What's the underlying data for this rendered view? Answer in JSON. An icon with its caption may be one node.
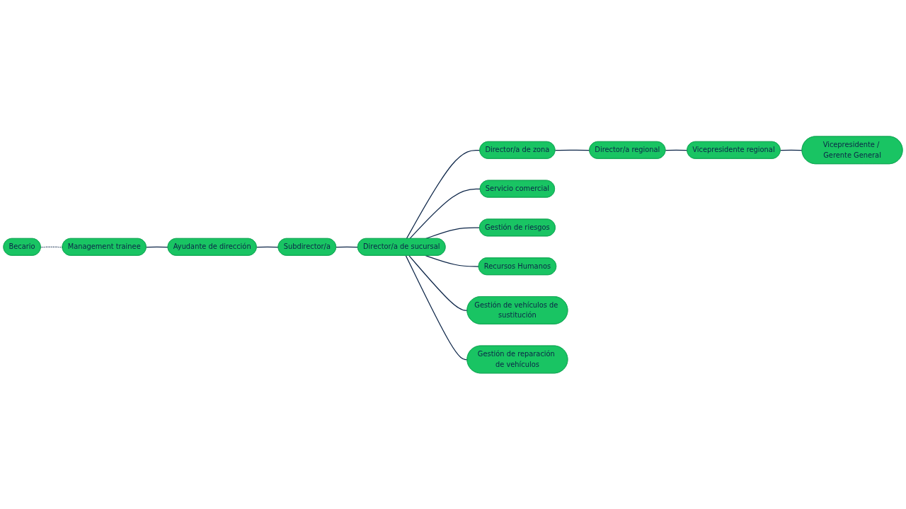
{
  "diagram": {
    "nodes": [
      {
        "text": [
          "Becario"
        ]
      },
      {
        "text": [
          "Management trainee"
        ]
      },
      {
        "text": [
          "Ayudante de dirección"
        ]
      },
      {
        "text": [
          "Subdirector/a"
        ]
      },
      {
        "text": [
          "Director/a de sucursal"
        ]
      },
      {
        "text": [
          "Director/a de zona"
        ]
      },
      {
        "text": [
          "Director/a regional"
        ]
      },
      {
        "text": [
          "Vicepresidente regional"
        ]
      },
      {
        "text": [
          "Vicepresidente / Gerente General"
        ]
      },
      {
        "text": [
          "Servicio comercial"
        ]
      },
      {
        "text": [
          "Gestión de riesgos"
        ]
      },
      {
        "text": [
          "Recursos Humanos"
        ]
      },
      {
        "text": [
          "Gestión de vehículos de sustitución"
        ]
      },
      {
        "text": [
          "Gestión de reparación de vehículos"
        ]
      }
    ],
    "edges": [
      {
        "from": 0,
        "to": 1,
        "arrow": "none",
        "style": "dashed"
      },
      {
        "from": 1,
        "to": 2,
        "arrow": "none"
      },
      {
        "from": 2,
        "to": 3,
        "arrow": "none"
      },
      {
        "from": 3,
        "to": 4,
        "arrow": "none"
      },
      {
        "from": 4,
        "to": 5,
        "arrow": "none"
      },
      {
        "from": 5,
        "to": 6,
        "arrow": "none"
      },
      {
        "from": 6,
        "to": 7,
        "arrow": "none"
      },
      {
        "from": 7,
        "to": 8,
        "arrow": "none"
      },
      {
        "from": 4,
        "to": 9,
        "arrow": "none"
      },
      {
        "from": 4,
        "to": 10,
        "arrow": "none"
      },
      {
        "from": 4,
        "to": 11,
        "arrow": "none"
      },
      {
        "from": 4,
        "to": 12,
        "arrow": "none"
      },
      {
        "from": 4,
        "to": 13,
        "arrow": "none"
      }
    ]
  }
}
